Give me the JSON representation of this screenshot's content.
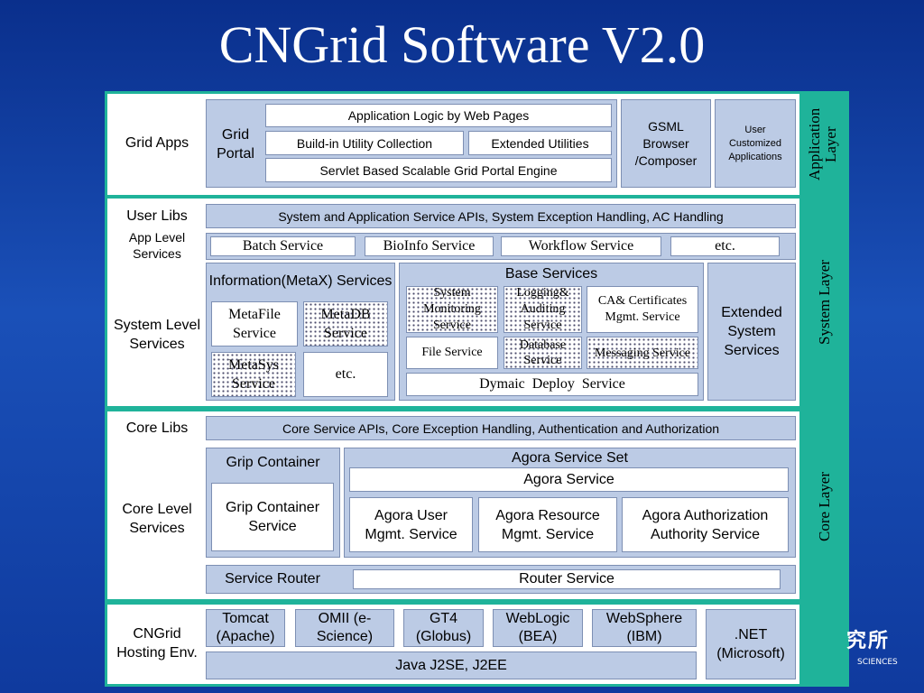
{
  "title": "CNGrid Software V2.0",
  "side_labels": {
    "application": "Application Layer",
    "system": "System Layer",
    "core": "Core Layer"
  },
  "app_layer": {
    "label": "Grid Apps",
    "portal": "Grid Portal",
    "app_logic": "Application Logic by Web Pages",
    "utility": "Build-in Utility Collection",
    "ext_util": "Extended Utilities",
    "servlet": "Servlet Based Scalable Grid Portal Engine",
    "gsml": "GSML Browser /Composer",
    "user_apps": "User Customized Applications"
  },
  "system_layer": {
    "user_libs": "User Libs",
    "apis": "System and Application Service APIs, System Exception Handling, AC Handling",
    "app_level": "App Level Services",
    "app_services": [
      "Batch Service",
      "BioInfo Service",
      "Workflow Service",
      "etc."
    ],
    "sys_level": "System Level Services",
    "info_title": "Information(MetaX) Services",
    "metafile": "MetaFile Service",
    "metadb": "MetaDB Service",
    "metasys": "MetaSys Service",
    "info_etc": "etc.",
    "base_title": "Base Services",
    "sysmon": "System Monitoring Service",
    "logging": "Logging& Auditing Service",
    "ca": "CA& Certificates Mgmt. Service",
    "file": "File Service",
    "database": "Database Service",
    "messaging": "Messaging Service",
    "deploy": "Dymaic  Deploy  Service",
    "extended": "Extended System Services"
  },
  "core_layer": {
    "core_libs": "Core Libs",
    "core_apis": "Core Service APIs, Core Exception Handling, Authentication and Authorization",
    "core_level": "Core Level Services",
    "grip_title": "Grip Container",
    "grip_service": "Grip Container Service",
    "agora_set": "Agora Service Set",
    "agora_service": "Agora Service",
    "agora_user": "Agora User Mgmt. Service",
    "agora_resource": "Agora Resource Mgmt. Service",
    "agora_auth": "Agora Authorization Authority Service",
    "router_label": "Service Router",
    "router_service": "Router Service"
  },
  "hosting": {
    "label": "CNGrid Hosting Env.",
    "items": [
      "Tomcat (Apache)",
      "OMII (e-Science)",
      "GT4 (Globus)",
      "WebLogic (BEA)",
      "WebSphere (IBM)"
    ],
    "net": ".NET (Microsoft)",
    "java": "Java J2SE, J2EE"
  },
  "watermark": {
    "glyphs": "究所",
    "text": "SCIENCES"
  }
}
